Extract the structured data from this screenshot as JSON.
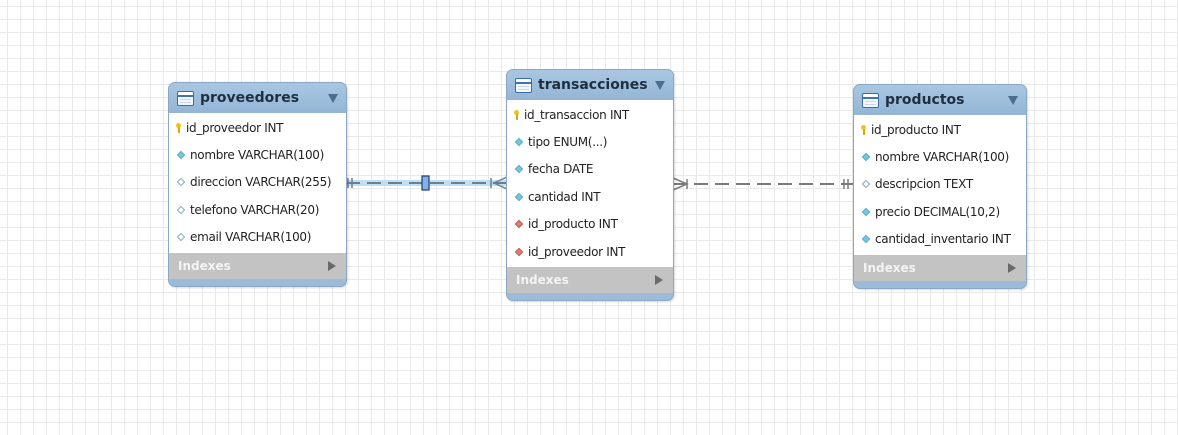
{
  "tables": [
    {
      "id": "proveedores",
      "name": "proveedores",
      "columns": [
        {
          "text": "id_proveedor INT",
          "icon": "primary-key-icon"
        },
        {
          "text": "nombre VARCHAR(100)",
          "icon": "not-null-column-icon"
        },
        {
          "text": "direccion VARCHAR(255)",
          "icon": "nullable-column-icon"
        },
        {
          "text": "telefono VARCHAR(20)",
          "icon": "nullable-column-icon"
        },
        {
          "text": "email VARCHAR(100)",
          "icon": "nullable-column-icon"
        }
      ],
      "indexes_label": "Indexes"
    },
    {
      "id": "transacciones",
      "name": "transacciones",
      "columns": [
        {
          "text": "id_transaccion INT",
          "icon": "primary-key-icon"
        },
        {
          "text": "tipo ENUM(...)",
          "icon": "not-null-column-icon"
        },
        {
          "text": "fecha DATE",
          "icon": "not-null-column-icon"
        },
        {
          "text": "cantidad INT",
          "icon": "not-null-column-icon"
        },
        {
          "text": "id_producto INT",
          "icon": "foreign-key-icon"
        },
        {
          "text": "id_proveedor INT",
          "icon": "foreign-key-icon"
        }
      ],
      "indexes_label": "Indexes"
    },
    {
      "id": "productos",
      "name": "productos",
      "columns": [
        {
          "text": "id_producto INT",
          "icon": "primary-key-icon"
        },
        {
          "text": "nombre VARCHAR(100)",
          "icon": "not-null-column-icon"
        },
        {
          "text": "descripcion TEXT",
          "icon": "nullable-column-icon"
        },
        {
          "text": "precio DECIMAL(10,2)",
          "icon": "not-null-column-icon"
        },
        {
          "text": "cantidad_inventario INT",
          "icon": "not-null-column-icon"
        }
      ],
      "indexes_label": "Indexes"
    }
  ],
  "relationships": [
    {
      "from": "proveedores",
      "to": "transacciones",
      "from_cardinality": "one-mandatory",
      "to_cardinality": "many",
      "selected": true
    },
    {
      "from": "productos",
      "to": "transacciones",
      "from_cardinality": "one-mandatory",
      "to_cardinality": "many",
      "selected": false
    }
  ],
  "colors": {
    "header": "#9bbbd8",
    "indexes_bar": "#c3c3c3",
    "relationship_line": "#7a7a7a",
    "relationship_highlight": "#bfe0f4",
    "primary_key": "#f4c21a",
    "column_diamond": "#79c6dc",
    "foreign_key": "#e07c74"
  }
}
